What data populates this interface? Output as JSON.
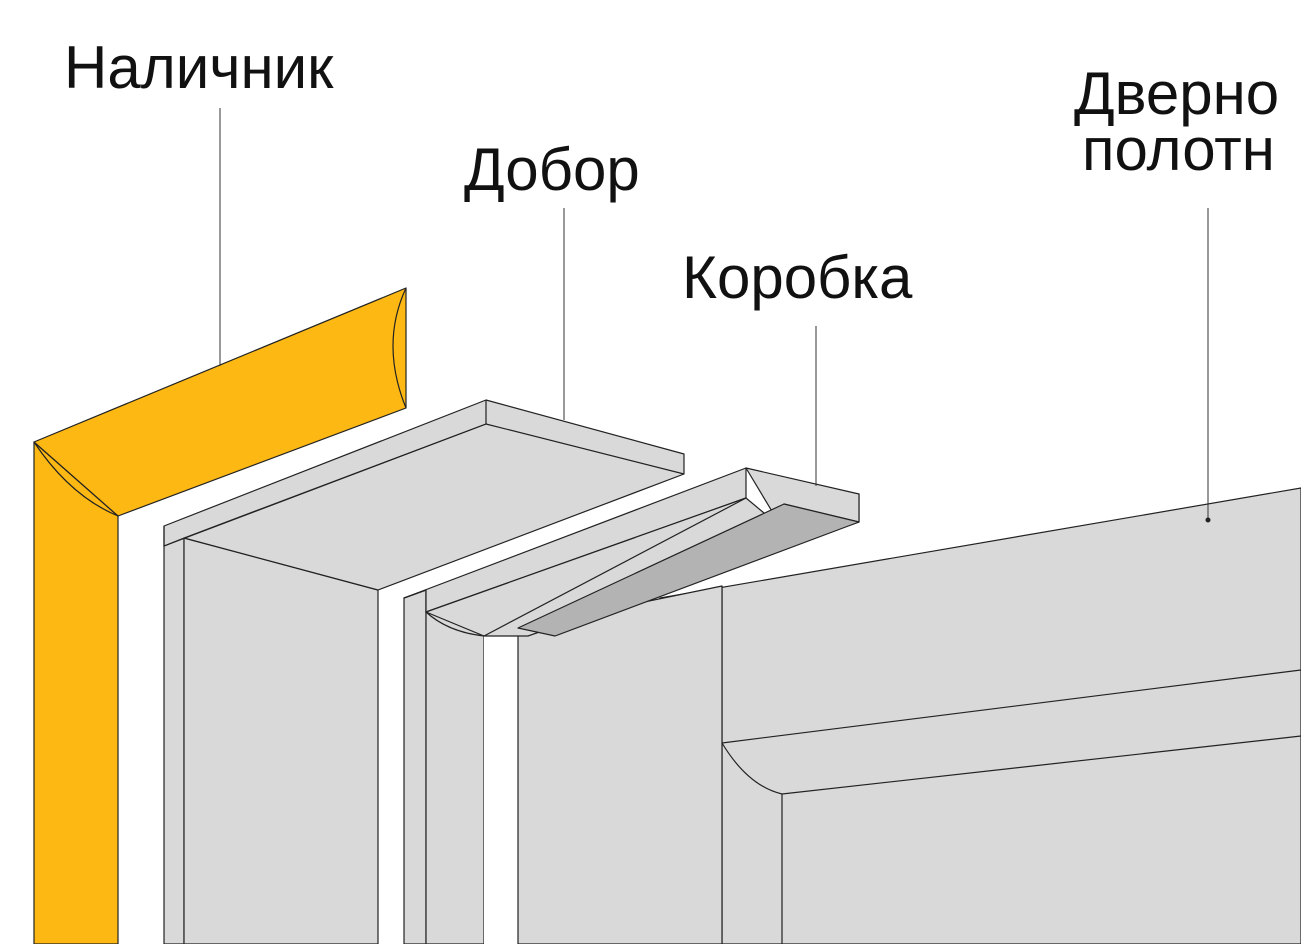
{
  "labels": {
    "casing": "Наличник",
    "extension": "Добор",
    "frame": "Коробка",
    "door_leaf_line1": "Дверно",
    "door_leaf_line2": "полотн"
  },
  "colors": {
    "casing": "#FDB813",
    "panel": "#D9D9D9",
    "shadow": "#B3B3B3",
    "gap": "#FFFFFF",
    "line": "#222222",
    "text": "#111111"
  }
}
